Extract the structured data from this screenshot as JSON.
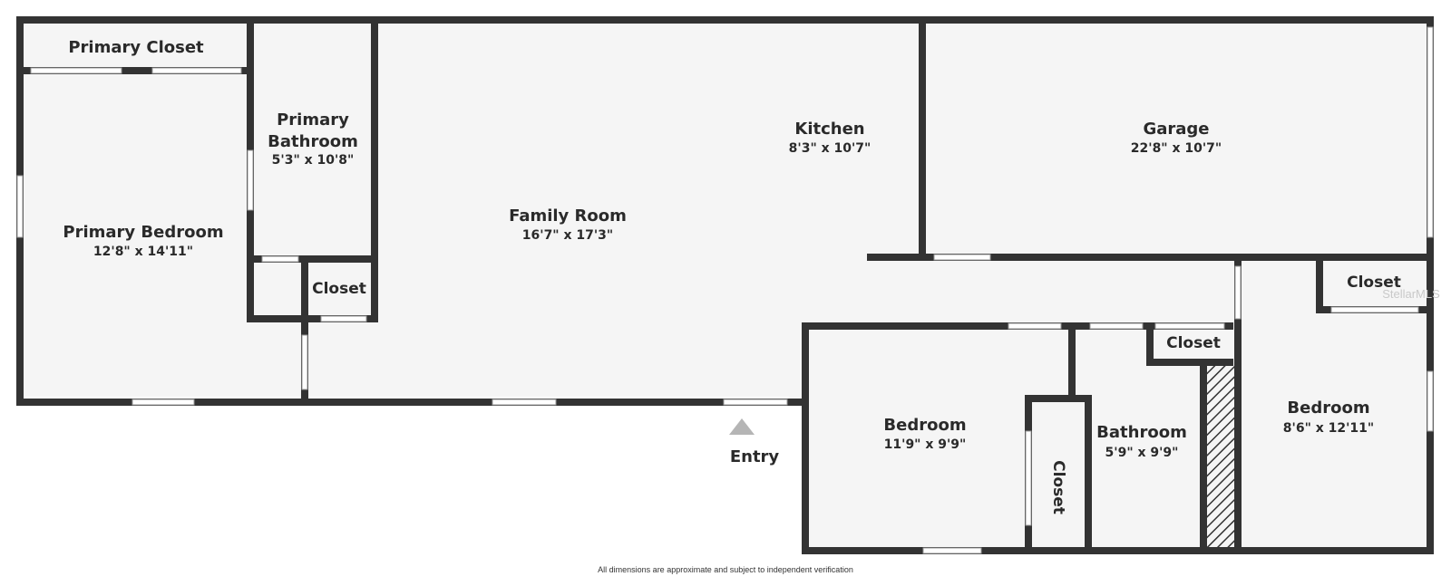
{
  "rooms": {
    "primary_closet": {
      "name": "Primary Closet"
    },
    "primary_bathroom": {
      "name_line1": "Primary",
      "name_line2": "Bathroom",
      "dims": "5'3\" x 10'8\""
    },
    "primary_bedroom": {
      "name": "Primary Bedroom",
      "dims": "12'8\" x 14'11\""
    },
    "closet_a": {
      "name": "Closet"
    },
    "kitchen": {
      "name": "Kitchen",
      "dims": "8'3\" x 10'7\""
    },
    "family_room": {
      "name": "Family Room",
      "dims": "16'7\" x 17'3\""
    },
    "garage": {
      "name": "Garage",
      "dims": "22'8\" x 10'7\""
    },
    "closet_b": {
      "name": "Closet"
    },
    "closet_c": {
      "name": "Closet"
    },
    "bedroom_a": {
      "name": "Bedroom",
      "dims": "11'9\" x 9'9\""
    },
    "bathroom": {
      "name": "Bathroom",
      "dims": "5'9\" x 9'9\""
    },
    "closet_d": {
      "name": "Closet"
    },
    "bedroom_b": {
      "name": "Bedroom",
      "dims": "8'6\" x 12'11\""
    }
  },
  "entry": {
    "label": "Entry"
  },
  "footnote": "All dimensions are approximate and subject to independent verification",
  "watermark": "StellarMLS",
  "colors": {
    "wall": "#333333",
    "floor": "#f5f5f5",
    "opening": "#ffffff",
    "marker": "#b5b5b5"
  }
}
